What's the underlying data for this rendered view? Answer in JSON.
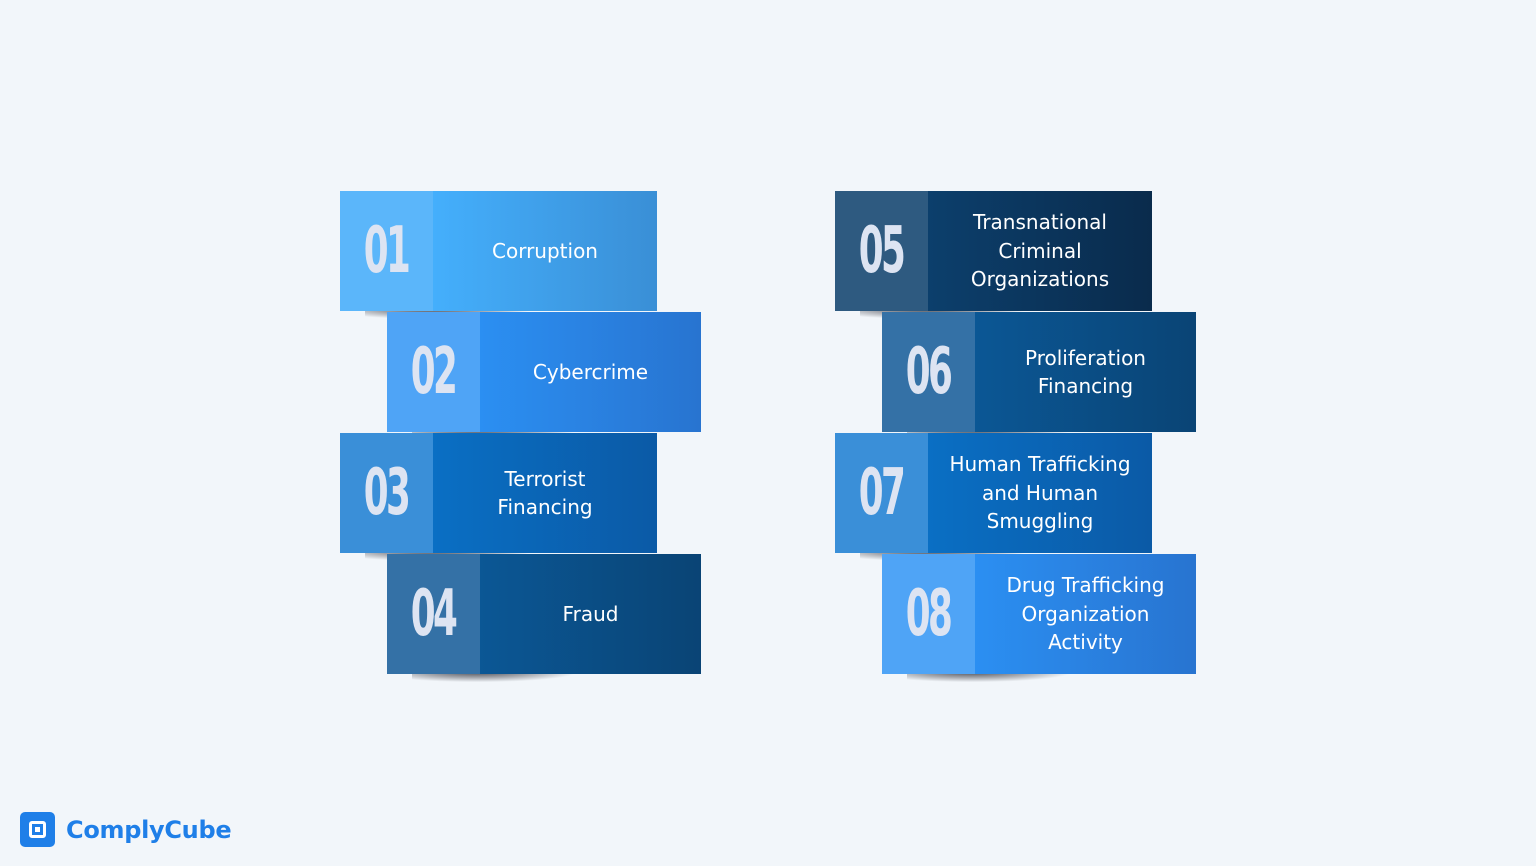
{
  "items": [
    {
      "number": "01",
      "label": "Corruption",
      "num_bg": "#5bb6fa",
      "label_bg_from": "#44affc",
      "label_bg_to": "#3a8fd6"
    },
    {
      "number": "02",
      "label": "Cybercrime",
      "num_bg": "#4fa4f6",
      "label_bg_from": "#2b8ff2",
      "label_bg_to": "#2874d0"
    },
    {
      "number": "03",
      "label": "Terrorist\nFinancing",
      "num_bg": "#3a8fd8",
      "label_bg_from": "#0a6fc4",
      "label_bg_to": "#0b5aa6"
    },
    {
      "number": "04",
      "label": "Fraud",
      "num_bg": "#3471a6",
      "label_bg_from": "#0b5795",
      "label_bg_to": "#0a4475"
    },
    {
      "number": "05",
      "label": "Transnational\nCriminal\nOrganizations",
      "num_bg": "#2e5a80",
      "label_bg_from": "#0c3f6c",
      "label_bg_to": "#0a2b4c"
    },
    {
      "number": "06",
      "label": "Proliferation\nFinancing",
      "num_bg": "#3471a6",
      "label_bg_from": "#0b5795",
      "label_bg_to": "#0a4475"
    },
    {
      "number": "07",
      "label": "Human Trafficking\nand Human\nSmuggling",
      "num_bg": "#3a8fd8",
      "label_bg_from": "#0a6fc4",
      "label_bg_to": "#0b5aa6"
    },
    {
      "number": "08",
      "label": "Drug Trafficking\nOrganization\nActivity",
      "num_bg": "#4fa4f6",
      "label_bg_from": "#2b8ff2",
      "label_bg_to": "#2874d0"
    }
  ],
  "brand": {
    "name": "ComplyCube",
    "color": "#1f7fe8"
  }
}
